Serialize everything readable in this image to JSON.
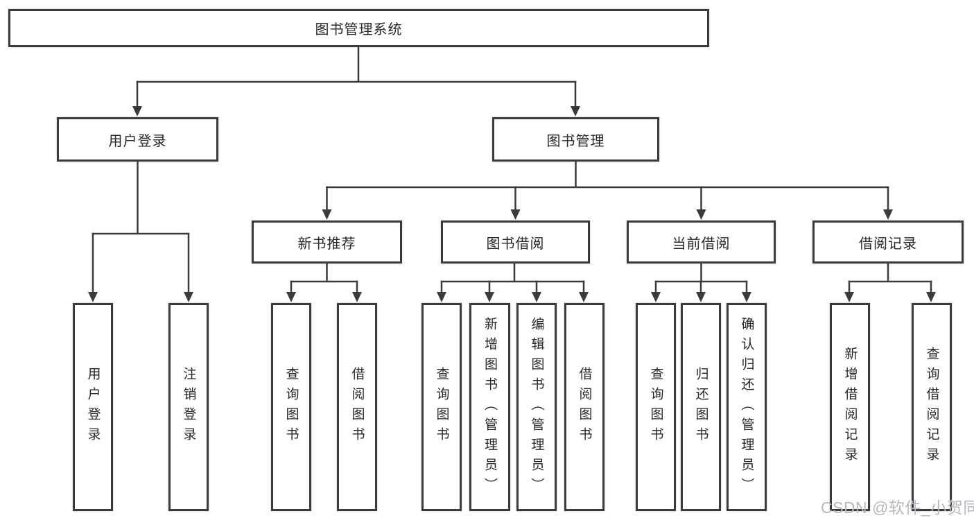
{
  "diagram": {
    "type": "hierarchy-tree",
    "colors": {
      "line": "#3b3b3b",
      "box_border": "#3b3b3b",
      "box_background": "#ffffff",
      "text": "#272727",
      "watermark_text": "#b5b9bf"
    },
    "tree": {
      "label": "图书管理系统",
      "children": [
        {
          "label": "用户登录",
          "children": [
            {
              "label": "用户登录"
            },
            {
              "label": "注销登录"
            }
          ]
        },
        {
          "label": "图书管理",
          "children": [
            {
              "label": "新书推荐",
              "children": [
                {
                  "label": "查询图书"
                },
                {
                  "label": "借阅图书"
                }
              ]
            },
            {
              "label": "图书借阅",
              "children": [
                {
                  "label": "查询图书"
                },
                {
                  "label": "新增图书（管理员）"
                },
                {
                  "label": "编辑图书（管理员）"
                },
                {
                  "label": "借阅图书"
                }
              ]
            },
            {
              "label": "当前借阅",
              "children": [
                {
                  "label": "查询图书"
                },
                {
                  "label": "归还图书"
                },
                {
                  "label": "确认归还（管理员）"
                }
              ]
            },
            {
              "label": "借阅记录",
              "children": [
                {
                  "label": "新增借阅记录"
                },
                {
                  "label": "查询借阅记录"
                }
              ]
            }
          ]
        }
      ]
    },
    "watermark": "CSDN @软件_小贺同学"
  }
}
